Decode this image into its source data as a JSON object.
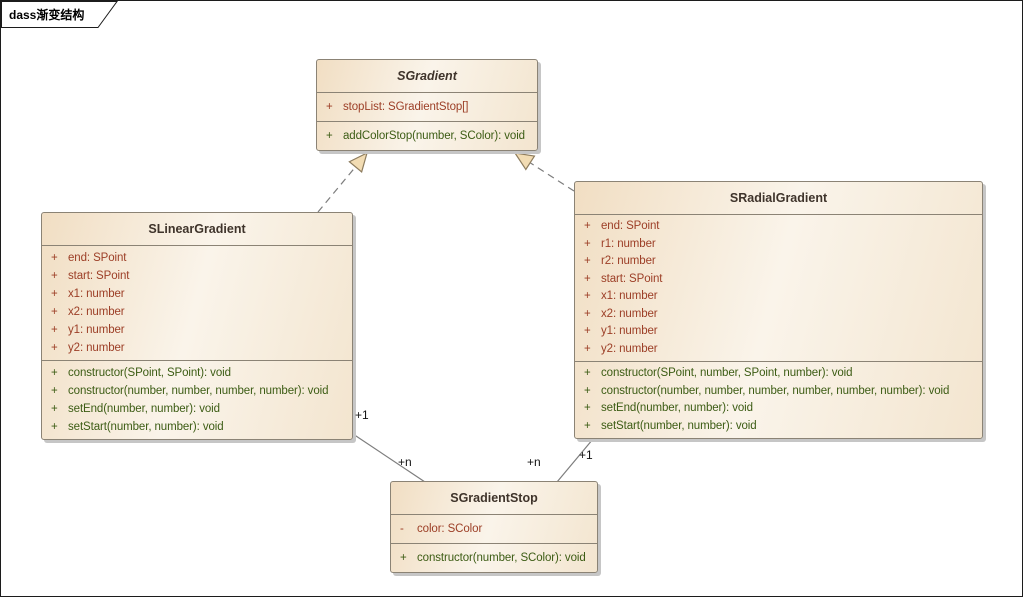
{
  "frame": {
    "label": "dass渐变结构"
  },
  "colors": {
    "box_fill_dark": "#f1dec3",
    "box_fill_light": "#faf4ea",
    "box_border": "#8b8375",
    "attribute_text": "#9c3e26",
    "operation_text": "#3c5c14",
    "title_text": "#3f342b",
    "connector_line": "#7d7d7d",
    "triangle_fill": "#f2dcb3",
    "triangle_border": "#8d7c5e"
  },
  "classes": [
    {
      "name": "SGradient",
      "abstract": true,
      "attributes": [
        {
          "visibility": "+",
          "text": "stopList: SGradientStop[]"
        }
      ],
      "operations": [
        {
          "visibility": "+",
          "text": "addColorStop(number, SColor): void"
        }
      ]
    },
    {
      "name": "SLinearGradient",
      "abstract": false,
      "attributes": [
        {
          "visibility": "+",
          "text": "end: SPoint"
        },
        {
          "visibility": "+",
          "text": "start: SPoint"
        },
        {
          "visibility": "+",
          "text": "x1: number"
        },
        {
          "visibility": "+",
          "text": "x2: number"
        },
        {
          "visibility": "+",
          "text": "y1: number"
        },
        {
          "visibility": "+",
          "text": "y2: number"
        }
      ],
      "operations": [
        {
          "visibility": "+",
          "text": "constructor(SPoint, SPoint): void"
        },
        {
          "visibility": "+",
          "text": "constructor(number, number, number, number): void"
        },
        {
          "visibility": "+",
          "text": "setEnd(number, number): void"
        },
        {
          "visibility": "+",
          "text": "setStart(number, number): void"
        }
      ]
    },
    {
      "name": "SRadialGradient",
      "abstract": false,
      "attributes": [
        {
          "visibility": "+",
          "text": "end: SPoint"
        },
        {
          "visibility": "+",
          "text": "r1: number"
        },
        {
          "visibility": "+",
          "text": "r2: number"
        },
        {
          "visibility": "+",
          "text": "start: SPoint"
        },
        {
          "visibility": "+",
          "text": "x1: number"
        },
        {
          "visibility": "+",
          "text": "x2: number"
        },
        {
          "visibility": "+",
          "text": "y1: number"
        },
        {
          "visibility": "+",
          "text": "y2: number"
        }
      ],
      "operations": [
        {
          "visibility": "+",
          "text": "constructor(SPoint, number, SPoint, number): void"
        },
        {
          "visibility": "+",
          "text": "constructor(number, number, number, number, number, number): void"
        },
        {
          "visibility": "+",
          "text": "setEnd(number, number): void"
        },
        {
          "visibility": "+",
          "text": "setStart(number, number): void"
        }
      ]
    },
    {
      "name": "SGradientStop",
      "abstract": false,
      "attributes": [
        {
          "visibility": "-",
          "text": "color: SColor"
        }
      ],
      "operations": [
        {
          "visibility": "+",
          "text": "constructor(number, SColor): void"
        }
      ]
    }
  ],
  "relationships": [
    {
      "type": "realization",
      "from": "SLinearGradient",
      "to": "SGradient"
    },
    {
      "type": "realization",
      "from": "SRadialGradient",
      "to": "SGradient"
    },
    {
      "type": "association",
      "from": "SLinearGradient",
      "to": "SGradientStop",
      "source_label": "+1",
      "target_label": "+n"
    },
    {
      "type": "association",
      "from": "SRadialGradient",
      "to": "SGradientStop",
      "source_label": "+1",
      "target_label": "+n"
    }
  ]
}
